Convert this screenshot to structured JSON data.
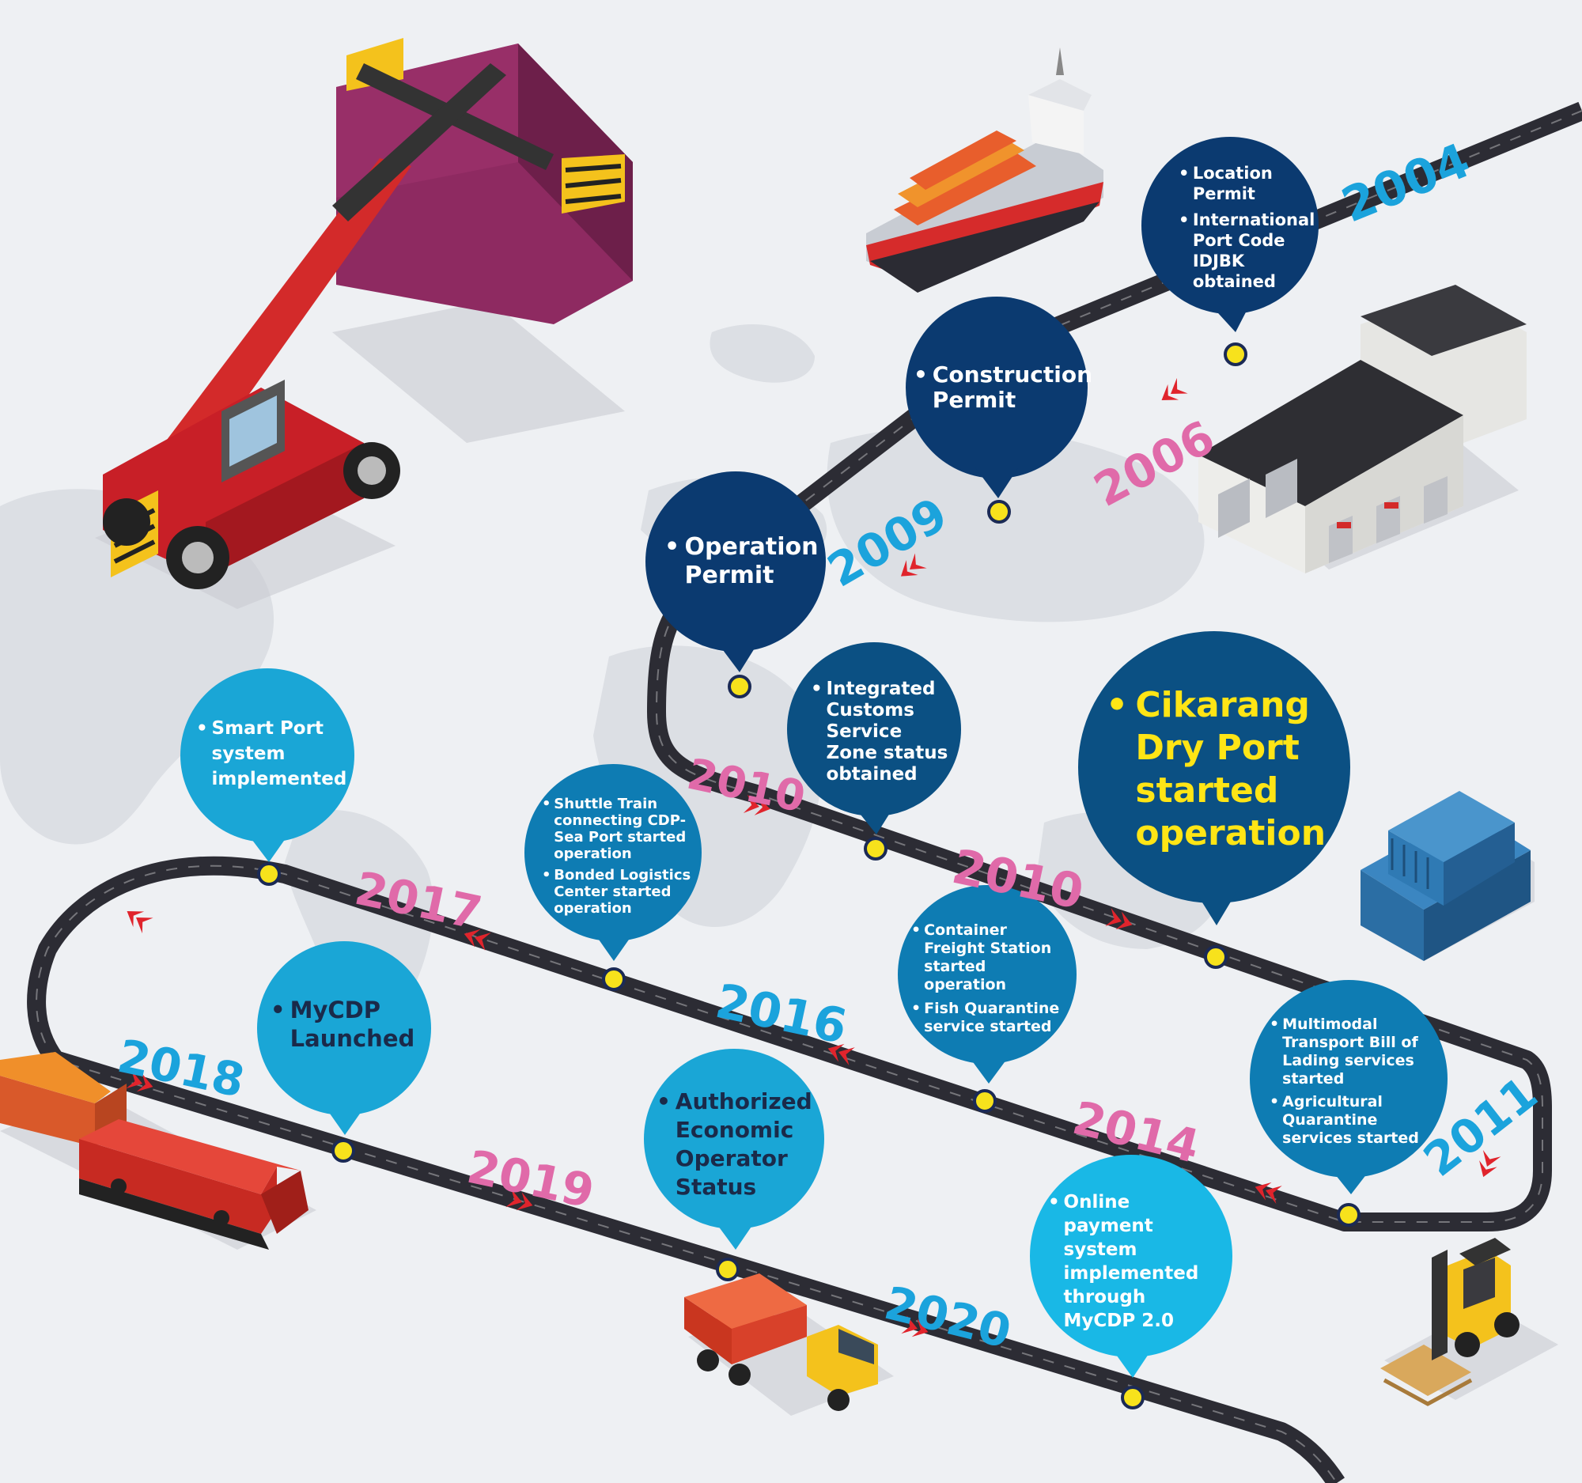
{
  "colors": {
    "background": "#eef0f3",
    "road": "#2c2c34",
    "road_dash": "#ffffff",
    "node_fill": "#f7e21c",
    "node_ring": "#1b2a55",
    "arrow_red": "#e0242c",
    "year_blue": "#1ba3dc",
    "year_pink": "#e06aa9",
    "bubble_navy": "#0b3a70",
    "bubble_dark": "#0b5083",
    "bubble_mid": "#0e7cb3",
    "bubble_light": "#1aa6d6",
    "bubble_cyan": "#19b8e6",
    "highlight_text": "#ffe515"
  },
  "illustrations": [
    "reach-stacker-icon",
    "cargo-ship-icon",
    "warehouse-icon",
    "container-stack-icon",
    "freight-train-icon",
    "truck-icon",
    "forklift-icon",
    "world-map-icon"
  ],
  "years": {
    "y2004": "2004",
    "y2006": "2006",
    "y2009": "2009",
    "y2010a": "2010",
    "y2010b": "2010",
    "y2011": "2011",
    "y2014": "2014",
    "y2016": "2016",
    "y2017": "2017",
    "y2018": "2018",
    "y2019": "2019",
    "y2020": "2020"
  },
  "milestones": {
    "location": [
      "Location Permit",
      "International Port Code IDJBK obtained"
    ],
    "construction": [
      "Construction Permit"
    ],
    "operation": [
      "Operation Permit"
    ],
    "customs": [
      "Integrated Customs Service Zone status obtained"
    ],
    "cikarang": [
      "Cikarang Dry Port started operation"
    ],
    "freight": [
      "Container Freight Station started operation",
      "Fish Quarantine service started"
    ],
    "multimodal": [
      "Multimodal Transport Bill of Lading services started",
      "Agricultural Quarantine services started"
    ],
    "shuttle": [
      "Shuttle Train connecting CDP-Sea Port started operation",
      "Bonded Logistics Center started operation"
    ],
    "smartport": [
      "Smart Port system implemented"
    ],
    "mycdp": [
      "MyCDP Launched"
    ],
    "aeo": [
      "Authorized Economic Operator Status"
    ],
    "payment": [
      "Online payment system implemented through MyCDP 2.0"
    ]
  }
}
